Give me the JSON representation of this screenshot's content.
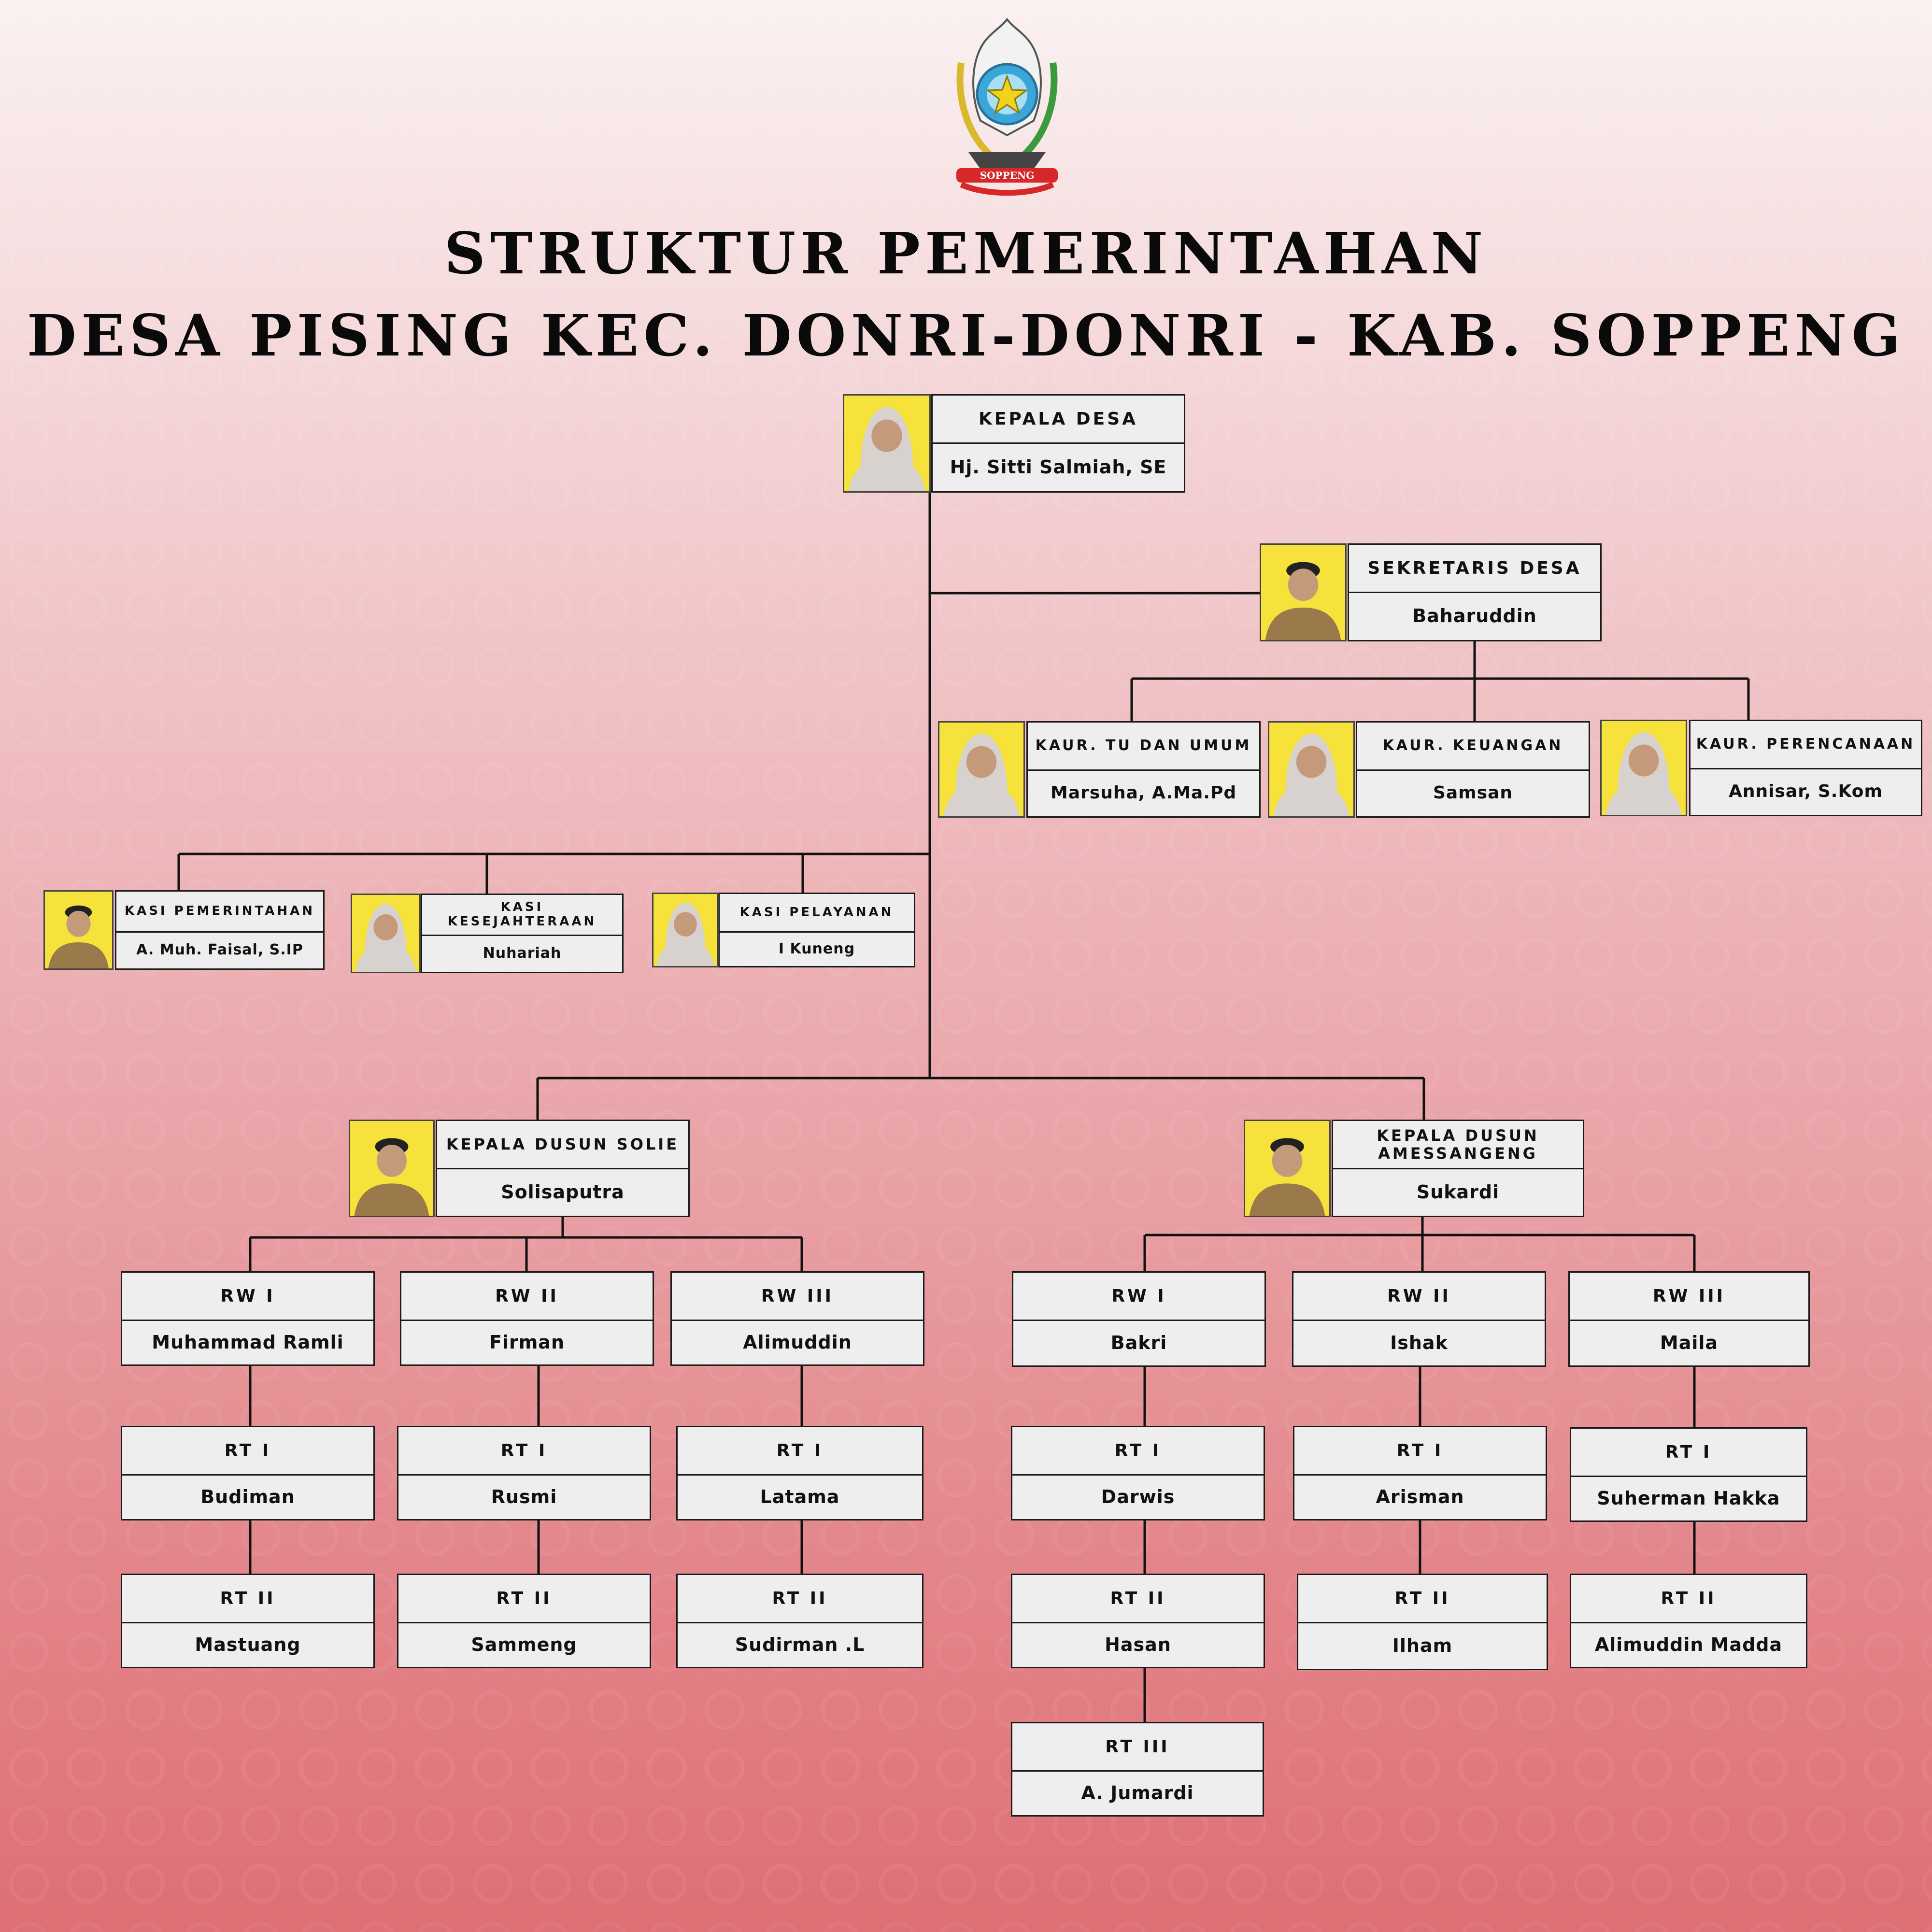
{
  "title": {
    "line1": "STRUKTUR PEMERINTAHAN",
    "line2": "DESA PISING KEC. DONRI-DONRI - KAB. SOPPENG"
  },
  "logo": {
    "text": "SOPPENG",
    "icon": "soppeng-regency-emblem-icon"
  },
  "colors": {
    "box_fill": "#eeeeee",
    "border": "#1a1a1a",
    "photo_bg": "#f6e23a",
    "uniform_female": "#d8d2ce",
    "uniform_male": "#9a7a4a"
  },
  "nodes": {
    "kades": {
      "role": "KEPALA DESA",
      "name": "Hj. Sitti Salmiah, SE"
    },
    "sekdes": {
      "role": "SEKRETARIS DESA",
      "name": "Baharuddin"
    },
    "kaur_tu": {
      "role": "KAUR. TU DAN UMUM",
      "name": "Marsuha, A.Ma.Pd"
    },
    "kaur_keu": {
      "role": "KAUR. KEUANGAN",
      "name": "Samsan"
    },
    "kaur_per": {
      "role": "KAUR. PERENCANAAN",
      "name": "Annisar, S.Kom"
    },
    "kasi_pem": {
      "role": "KASI PEMERINTAHAN",
      "name": "A. Muh. Faisal, S.IP"
    },
    "kasi_kes": {
      "role": "KASI KESEJAHTERAAN",
      "name": "Nuhariah"
    },
    "kasi_pel": {
      "role": "KASI PELAYANAN",
      "name": "I Kuneng"
    },
    "kadus_solie": {
      "role": "KEPALA DUSUN SOLIE",
      "name": "Solisaputra"
    },
    "kadus_ames": {
      "role": "KEPALA DUSUN AMESSANGENG",
      "name": "Sukardi"
    },
    "s_rw1": {
      "role": "RW I",
      "name": "Muhammad Ramli"
    },
    "s_rw2": {
      "role": "RW II",
      "name": "Firman"
    },
    "s_rw3": {
      "role": "RW III",
      "name": "Alimuddin"
    },
    "s_rw1_rt1": {
      "role": "RT I",
      "name": "Budiman"
    },
    "s_rw1_rt2": {
      "role": "RT II",
      "name": "Mastuang"
    },
    "s_rw2_rt1": {
      "role": "RT I",
      "name": "Rusmi"
    },
    "s_rw2_rt2": {
      "role": "RT II",
      "name": "Sammeng"
    },
    "s_rw3_rt1": {
      "role": "RT I",
      "name": "Latama"
    },
    "s_rw3_rt2": {
      "role": "RT II",
      "name": "Sudirman .L"
    },
    "a_rw1": {
      "role": "RW I",
      "name": "Bakri"
    },
    "a_rw2": {
      "role": "RW II",
      "name": "Ishak"
    },
    "a_rw3": {
      "role": "RW III",
      "name": "Maila"
    },
    "a_rw1_rt1": {
      "role": "RT I",
      "name": "Darwis"
    },
    "a_rw1_rt2": {
      "role": "RT II",
      "name": "Hasan"
    },
    "a_rw1_rt3": {
      "role": "RT III",
      "name": "A. Jumardi"
    },
    "a_rw2_rt1": {
      "role": "RT I",
      "name": "Arisman"
    },
    "a_rw2_rt2": {
      "role": "RT II",
      "name": "Ilham"
    },
    "a_rw3_rt1": {
      "role": "RT I",
      "name": "Suherman Hakka"
    },
    "a_rw3_rt2": {
      "role": "RT II",
      "name": "Alimuddin Madda"
    }
  }
}
